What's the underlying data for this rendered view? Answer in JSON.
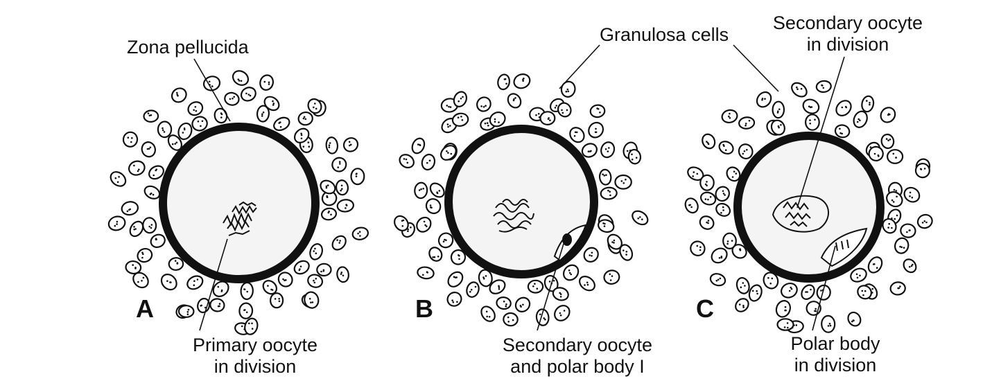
{
  "colors": {
    "ink": "#111111",
    "background": "#ffffff",
    "cytoplasm": "#f4f4f4"
  },
  "labels": {
    "zona_pellucida": "Zona pellucida",
    "granulosa_cells": "Granulosa cells",
    "secondary_oocyte_in_division_line1": "Secondary oocyte",
    "secondary_oocyte_in_division_line2": "in division",
    "primary_oocyte_line1": "Primary oocyte",
    "primary_oocyte_line2": "in division",
    "secondary_oocyte_polar_body_line1": "Secondary oocyte",
    "secondary_oocyte_polar_body_line2": "and polar body I",
    "polar_body_in_division_line1": "Polar body",
    "polar_body_in_division_line2": "in division"
  },
  "panels": {
    "a": "A",
    "b": "B",
    "c": "C"
  }
}
